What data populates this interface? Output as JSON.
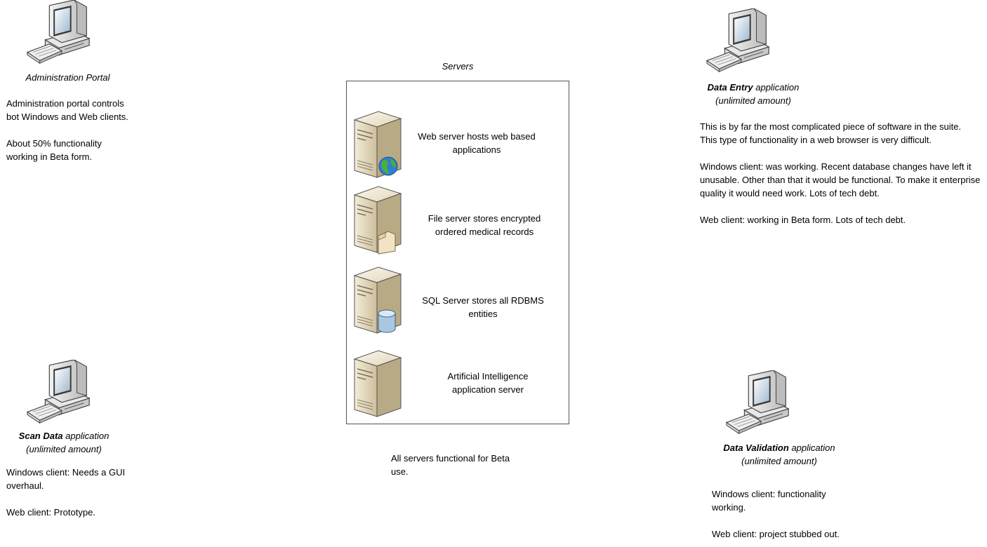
{
  "admin": {
    "title": "Administration Portal",
    "paragraphs": [
      "Administration portal controls bot Windows and Web clients.",
      "About 50% functionality working in Beta form."
    ]
  },
  "servers": {
    "title": "Servers",
    "items": [
      {
        "icon": "web-server-icon",
        "text": "Web server hosts web based applications"
      },
      {
        "icon": "file-server-icon",
        "text": "File server stores encrypted ordered medical records"
      },
      {
        "icon": "database-server-icon",
        "text": "SQL Server stores all RDBMS entities"
      },
      {
        "icon": "server-icon",
        "text": "Artificial Intelligence application server"
      }
    ],
    "note": "All servers functional for Beta use."
  },
  "data_entry": {
    "name": "Data Entry",
    "suffix": " application",
    "amount": "(unlimited amount)",
    "paragraphs": [
      "This is by far the most complicated piece of software in the suite. This type of functionality in a web browser is very difficult.",
      "Windows client: was working. Recent database changes have left it unusable. Other than that it would be functional. To make it enterprise quality it would need work. Lots of tech debt.",
      "Web client: working in Beta form. Lots of tech debt."
    ]
  },
  "scan_data": {
    "name": "Scan Data",
    "suffix": " application",
    "amount": "(unlimited amount)",
    "paragraphs": [
      "Windows client:  Needs a GUI overhaul.",
      "Web client:  Prototype."
    ]
  },
  "data_validation": {
    "name": "Data Validation",
    "suffix": " application",
    "amount": "(unlimited amount)",
    "paragraphs": [
      "Windows client: functionality working.",
      "Web client: project stubbed out."
    ]
  }
}
